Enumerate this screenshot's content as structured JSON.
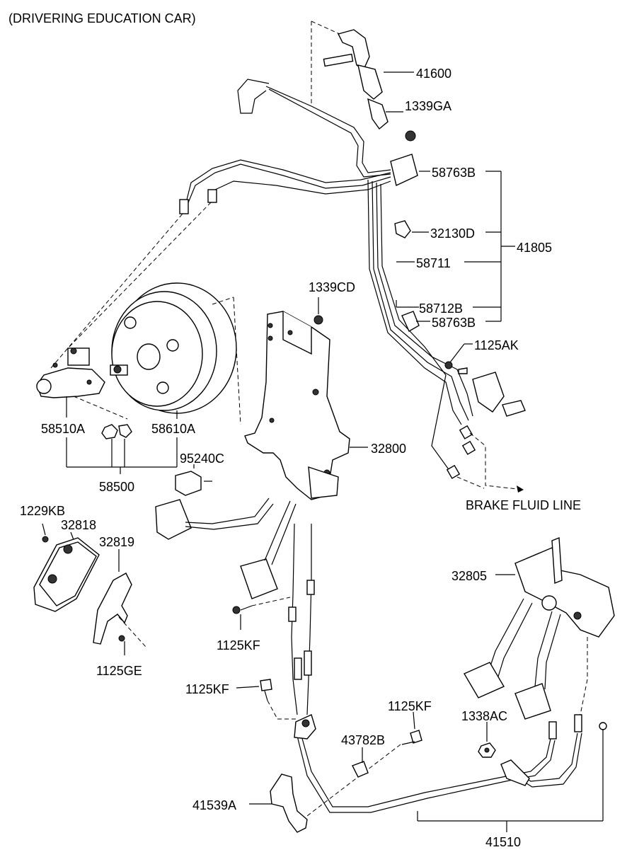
{
  "title": "(DRIVERING EDUCATION CAR)",
  "labels": {
    "p41600": "41600",
    "p1339GA": "1339GA",
    "p58763B_top": "58763B",
    "p32130D": "32130D",
    "p41805": "41805",
    "p58711": "58711",
    "p1339CD": "1339CD",
    "p58712B": "58712B",
    "p58763B_low": "58763B",
    "p1125AK": "1125AK",
    "p58510A": "58510A",
    "p58610A": "58610A",
    "p32800": "32800",
    "p95240C": "95240C",
    "p58500": "58500",
    "brake_fluid_line": "BRAKE FLUID LINE",
    "p1229KB": "1229KB",
    "p32818": "32818",
    "p32819": "32819",
    "p32805": "32805",
    "p1125KF_a": "1125KF",
    "p1125GE": "1125GE",
    "p1125KF_b": "1125KF",
    "p1125KF_c": "1125KF",
    "p1338AC": "1338AC",
    "p43782B": "43782B",
    "p41539A": "41539A",
    "p41510": "41510"
  }
}
